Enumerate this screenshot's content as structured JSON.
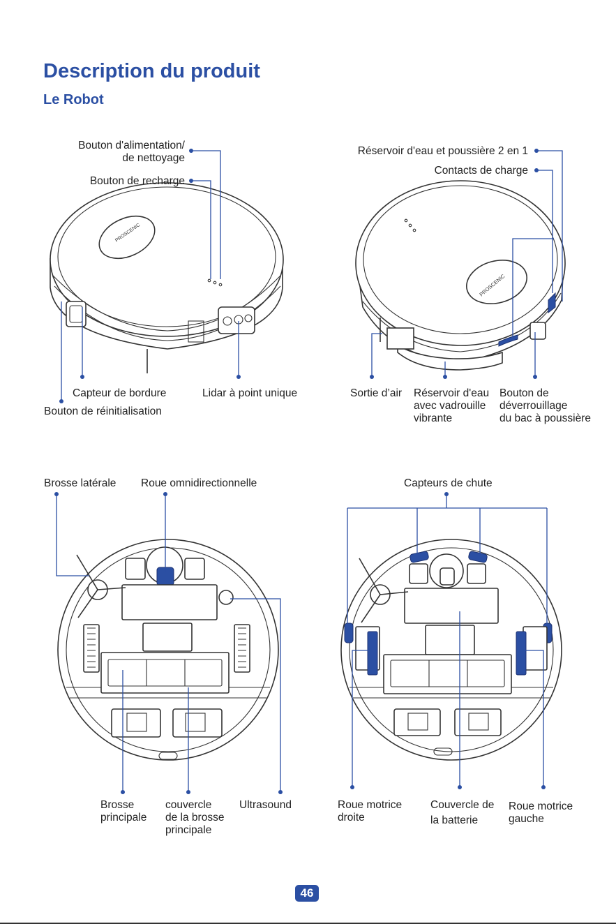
{
  "header": {
    "title": "Description du produit",
    "subtitle": "Le Robot"
  },
  "brand": "PROSCENIC",
  "top_left": {
    "power_button": "Bouton d'alimentation/",
    "power_button_2": "de nettoyage",
    "recharge_button": "Bouton de recharge",
    "edge_sensor": "Capteur de bordure",
    "lidar": "Lidar à point unique",
    "reset_button": "Bouton de réinitialisation"
  },
  "top_right": {
    "tank": "Réservoir d'eau et poussière 2 en 1",
    "charge_contacts": "Contacts de charge",
    "air_outlet": "Sortie d’air",
    "mop_tank_1": "Réservoir d'eau",
    "mop_tank_2": "avec vadrouille",
    "mop_tank_3": "vibrante",
    "unlock_1": "Bouton de",
    "unlock_2": "déverrouillage",
    "unlock_3": "du bac à poussière"
  },
  "bottom_left": {
    "side_brush": "Brosse latérale",
    "omni_wheel": "Roue omnidirectionnelle",
    "main_brush_1": "Brosse",
    "main_brush_2": "principale",
    "cover_1": "couvercle",
    "cover_2": "de la brosse",
    "cover_3": "principale",
    "ultrasound": "Ultrasound"
  },
  "bottom_right": {
    "cliff_sensors": "Capteurs de chute",
    "right_wheel_1": "Roue motrice",
    "right_wheel_2": "droite",
    "battery_cover_1": "Couvercle de",
    "battery_cover_2": "la batterie",
    "left_wheel_1": "Roue motrice",
    "left_wheel_2": "gauche"
  },
  "page_number": "46",
  "colors": {
    "accent": "#2b4fa3",
    "line": "#333333"
  }
}
